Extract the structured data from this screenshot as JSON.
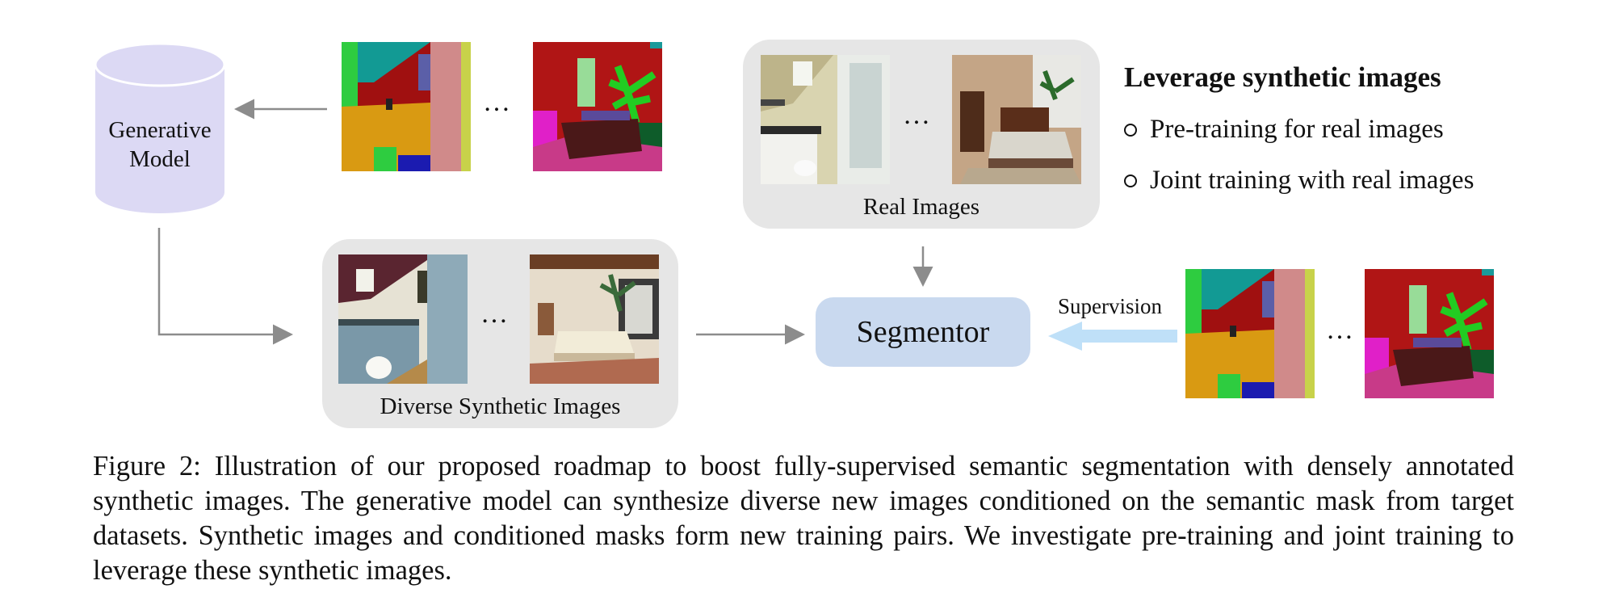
{
  "figure": {
    "generative_model_label": "Generative\nModel",
    "ellipsis": "…",
    "real_images_label": "Real Images",
    "synthetic_images_label": "Diverse Synthetic Images",
    "segmentor_label": "Segmentor",
    "supervision_label": "Supervision",
    "side_panel": {
      "title": "Leverage synthetic images",
      "items": [
        "Pre-training for real images",
        "Joint training with real images"
      ]
    },
    "colors": {
      "cylinder": "#dcd9f4",
      "panel": "#e6e6e6",
      "segmentor": "#c9d9ef",
      "arrow": "#8c8c8c",
      "supervision_arrow": "#bfe0f8"
    }
  },
  "caption": {
    "text": "Figure 2: Illustration of our proposed roadmap to boost fully-supervised semantic segmentation with densely annotated synthetic images. The generative model can synthesize diverse new images conditioned on the semantic mask from target datasets. Synthetic images and conditioned masks form new training pairs. We investigate pre-training and joint training to leverage these synthetic images."
  }
}
